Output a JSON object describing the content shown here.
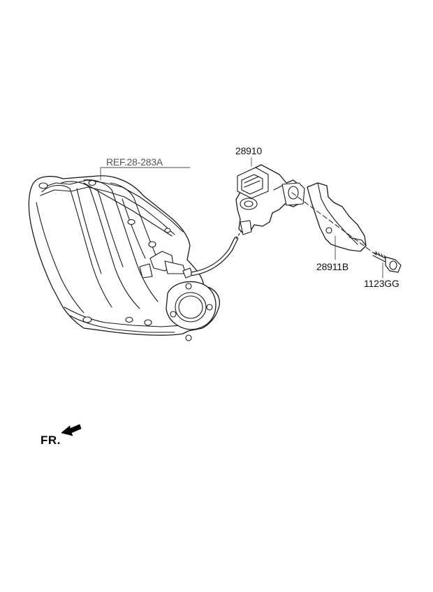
{
  "labels": {
    "reference": "REF.28-283A",
    "valve": "28910",
    "bracket": "28911B",
    "bolt": "1123GG",
    "front": "FR."
  },
  "colors": {
    "line": "#1a1a1a",
    "leader": "#444444",
    "part_fill": "#ffffff"
  }
}
